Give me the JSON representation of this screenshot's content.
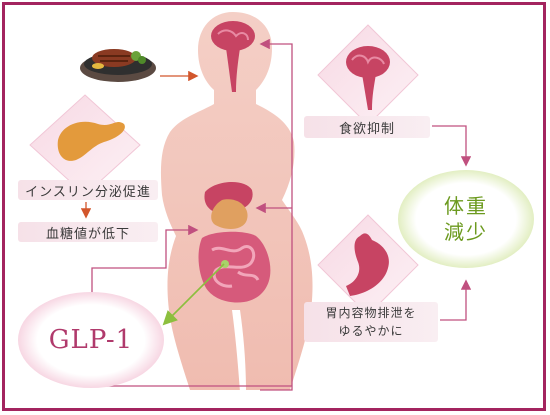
{
  "title": "",
  "labels": {
    "insulin_secretion": "インスリン分泌促進",
    "blood_sugar_down": "血糖値が低下",
    "appetite_suppression": "食欲抑制",
    "gastric_emptying_line1": "胃内容物排泄を",
    "gastric_emptying_line2": "ゆるやかに"
  },
  "glp1": {
    "text": "GLP-1"
  },
  "result": {
    "line1": "体重",
    "line2": "減少"
  },
  "icons": [
    "steak-icon",
    "pancreas-icon",
    "brain-icon",
    "stomach-icon",
    "body-silhouette"
  ],
  "colors": {
    "frame": "#a3245f",
    "arrow": "#c0507f",
    "food_arrow": "#d2562c",
    "body": "#f2c4b8",
    "organ": "#c74463",
    "glp_text": "#b03a6c",
    "result_text": "#6c9a1f",
    "green_arrow": "#8cbf3e"
  }
}
